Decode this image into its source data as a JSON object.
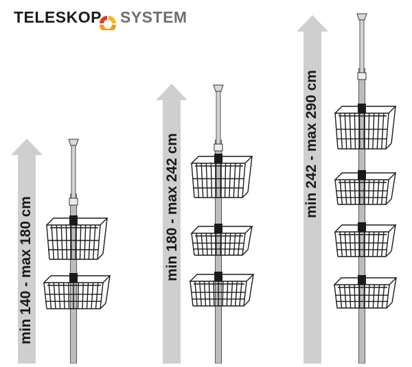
{
  "logo": {
    "left_text": "TELESKOP",
    "right_text": "SYSTEM",
    "mark_colors": [
      "#e8352d",
      "#f6b81c",
      "#f39a1e"
    ]
  },
  "colors": {
    "arrow": "#cfcfcf",
    "pole": "#bdbdbd",
    "basket_wire": "#1a1a1a"
  },
  "products": [
    {
      "range_label": "min 140 - max 180 cm",
      "baskets": 2
    },
    {
      "range_label": "min 180 - max 242 cm",
      "baskets": 3
    },
    {
      "range_label": "min 242 - max 290 cm",
      "baskets": 4
    }
  ]
}
